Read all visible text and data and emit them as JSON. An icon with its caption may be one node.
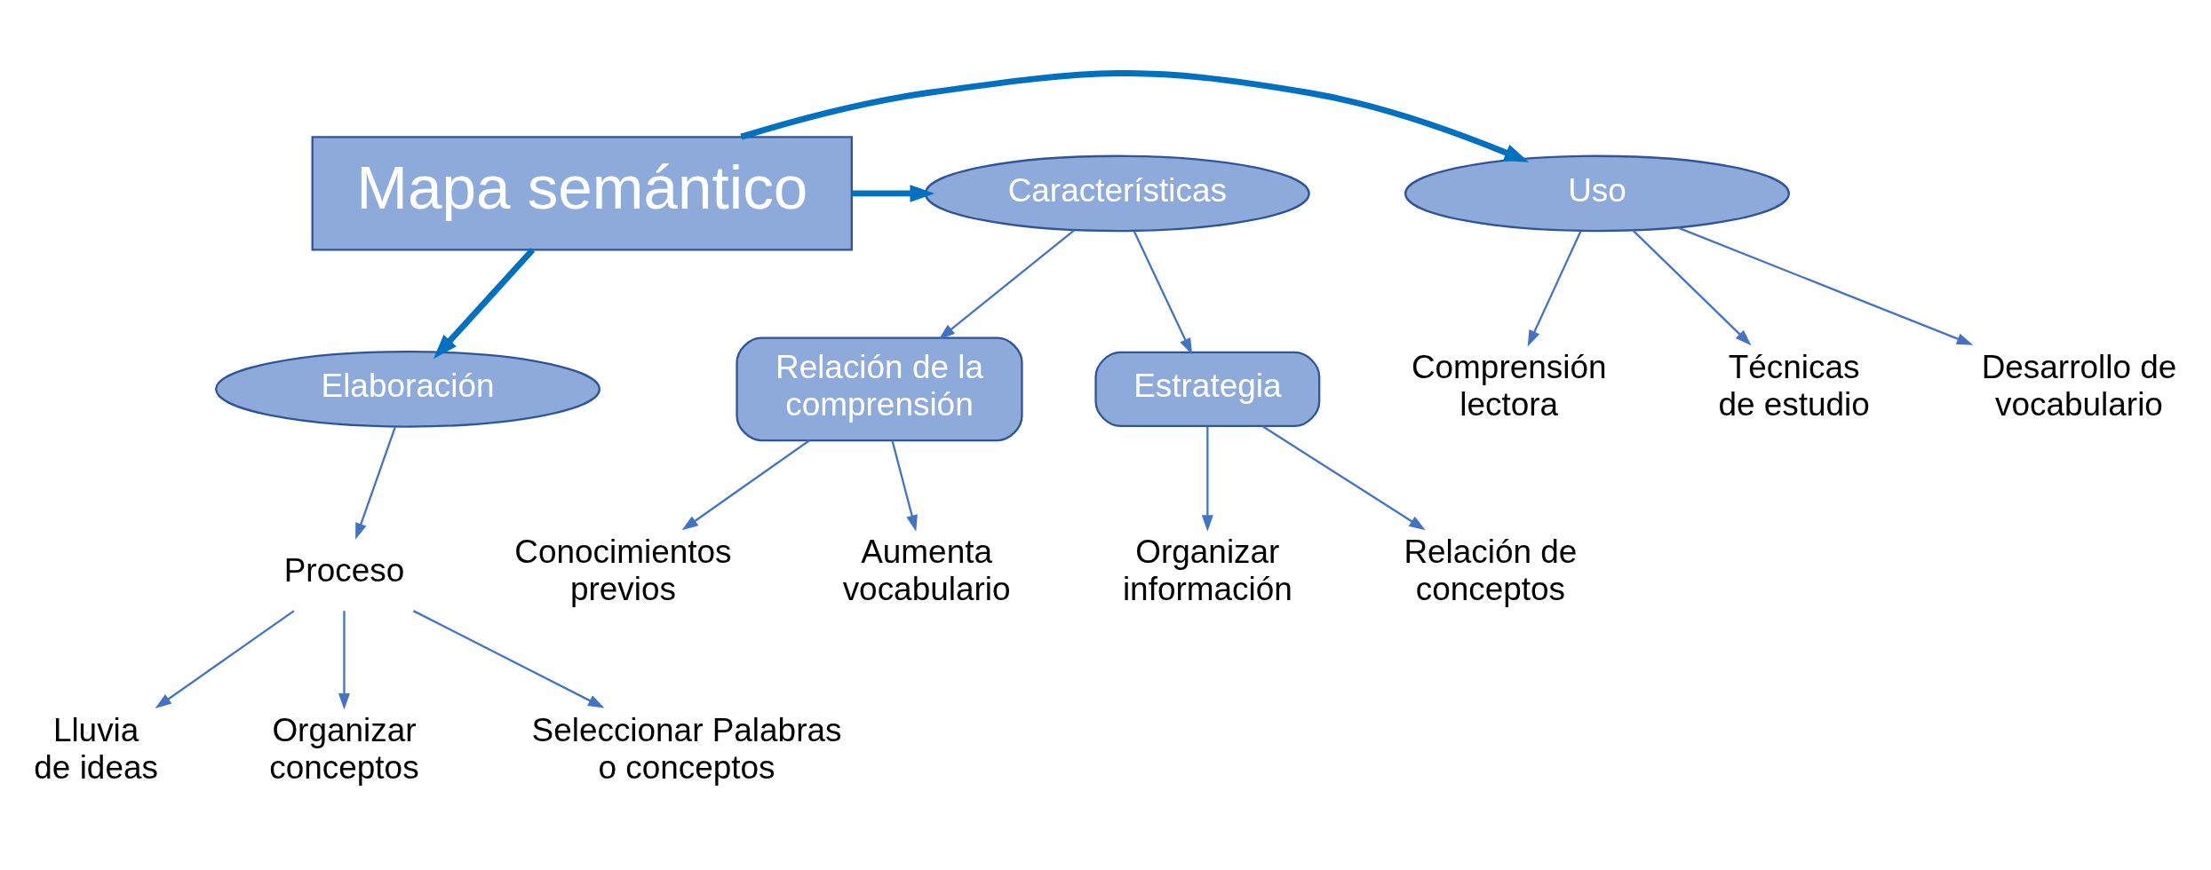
{
  "diagram": {
    "nodes": [
      {
        "text": [
          "Mapa semántico"
        ]
      },
      {
        "text": [
          "Uso"
        ]
      },
      {
        "text": [
          "Características"
        ]
      },
      {
        "text": [
          "Elaboración"
        ]
      },
      {
        "text": [
          "Comprensión lectora"
        ]
      },
      {
        "text": [
          "Técnicas de estudio"
        ]
      },
      {
        "text": [
          "Desarrollo de vocabulario"
        ]
      },
      {
        "text": [
          "Estrategia"
        ]
      },
      {
        "text": [
          "Relación de la comprensión"
        ]
      },
      {
        "text": [
          "Relación de conceptos"
        ]
      },
      {
        "text": [
          "Organizar información"
        ]
      },
      {
        "text": [
          "Aumenta vocabulario"
        ]
      },
      {
        "text": [
          "Conocimientos previos"
        ]
      },
      {
        "text": [
          "Proceso"
        ]
      },
      {
        "text": [
          "Lluvia de ideas"
        ]
      },
      {
        "text": [
          "Organizar conceptos"
        ]
      },
      {
        "text": [
          "Seleccionar Palabras o conceptos"
        ]
      }
    ],
    "edges": [
      {
        "from": 0,
        "to": 1,
        "arrow": "to",
        "style": "thick",
        "color": "#0070c0"
      },
      {
        "from": 0,
        "to": 2,
        "arrow": "to",
        "style": "thick",
        "color": "#0070c0"
      },
      {
        "from": 0,
        "to": 3,
        "arrow": "to",
        "style": "thick",
        "color": "#0070c0"
      },
      {
        "from": 1,
        "to": 4,
        "arrow": "to"
      },
      {
        "from": 1,
        "to": 5,
        "arrow": "to"
      },
      {
        "from": 1,
        "to": 6,
        "arrow": "to"
      },
      {
        "from": 2,
        "to": 7,
        "arrow": "to"
      },
      {
        "from": 2,
        "to": 8,
        "arrow": "to"
      },
      {
        "from": 7,
        "to": 9,
        "arrow": "to"
      },
      {
        "from": 7,
        "to": 10,
        "arrow": "to"
      },
      {
        "from": 8,
        "to": 11,
        "arrow": "to"
      },
      {
        "from": 8,
        "to": 12,
        "arrow": "to"
      },
      {
        "from": 3,
        "to": 13,
        "arrow": "to"
      },
      {
        "from": 13,
        "to": 14,
        "arrow": "to"
      },
      {
        "from": 13,
        "to": 15,
        "arrow": "to"
      },
      {
        "from": 13,
        "to": 16,
        "arrow": "to"
      }
    ]
  }
}
